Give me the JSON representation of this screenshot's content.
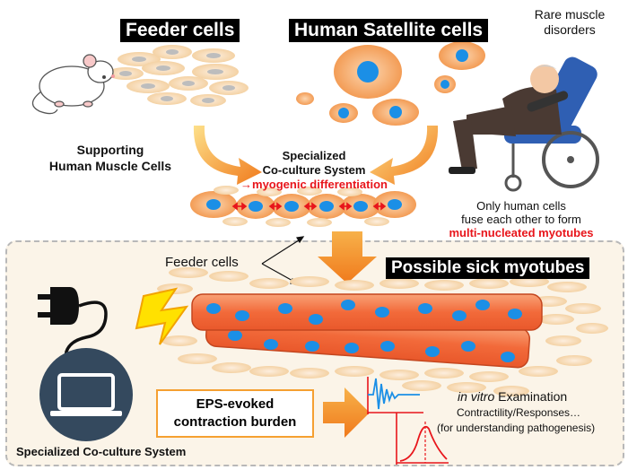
{
  "labels": {
    "feeder_cells_title": "Feeder cells",
    "satellite_title": "Human Satellite cells",
    "rare_line1": "Rare muscle",
    "rare_line2": "disorders",
    "supporting_line1": "Supporting",
    "supporting_line2": "Human Muscle Cells",
    "specialized_line1": "Specialized",
    "specialized_line2": "Co-culture System",
    "myogenic": "→myogenic differentiation",
    "only_line1": "Only human cells",
    "only_line2": "fuse each other to form",
    "multi": "multi-nucleated myotubes",
    "feeder_cells_label": "Feeder cells",
    "possible_sick": "Possible sick myotubes",
    "eps_line1": "EPS-evoked",
    "eps_line2": "contraction burden",
    "invitro_italic": "in vitro",
    "invitro_rest": " Examination",
    "contractility": "Contractility/Responses…",
    "understanding": "(for understanding pathogenesis)",
    "system_footer": "Specialized Co-culture System"
  },
  "icons": [
    "mouse-icon",
    "elderly-wheelchair-icon",
    "plug-icon",
    "lightning-icon",
    "laptop-icon",
    "curved-arrow-icon",
    "down-arrow-icon",
    "right-arrow-icon",
    "oscillation-trace-icon",
    "peak-curve-icon"
  ],
  "colors": {
    "feeder_fill": "#f9e2c5",
    "satellite_fill": "#f6b27a",
    "nucleus": "#1b8fe6",
    "myotube": "#f27a4a",
    "arrow_orange": "#f39a2c",
    "accent_red": "#e8151b",
    "panel_bg": "#fbf4e8",
    "laptop_circle": "#34495e"
  }
}
